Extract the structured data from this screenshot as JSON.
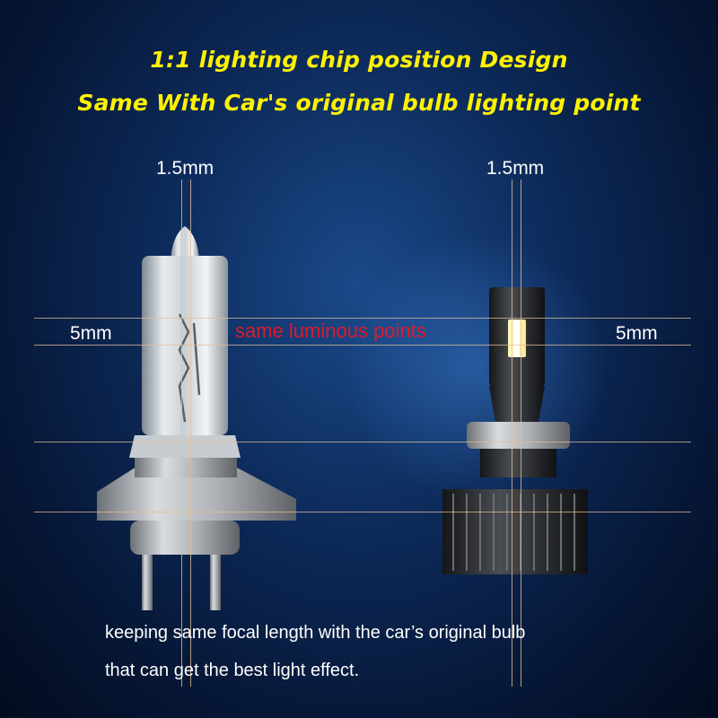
{
  "headline": {
    "line1": "1:1 lighting chip position Design",
    "line2": "Same With  Car's original  bulb lighting point"
  },
  "measurements": {
    "left_width": "1.5mm",
    "right_width": "1.5mm",
    "left_height": "5mm",
    "right_height": "5mm"
  },
  "annotation": "same luminous points",
  "caption": {
    "line1": "keeping same focal length with the car’s original bulb",
    "line2": "that can get the best light effect."
  },
  "colors": {
    "headline": "#fff200",
    "annotation": "#e0192a",
    "guide_lines": "#e1be96",
    "background": "#0d2a5a"
  }
}
